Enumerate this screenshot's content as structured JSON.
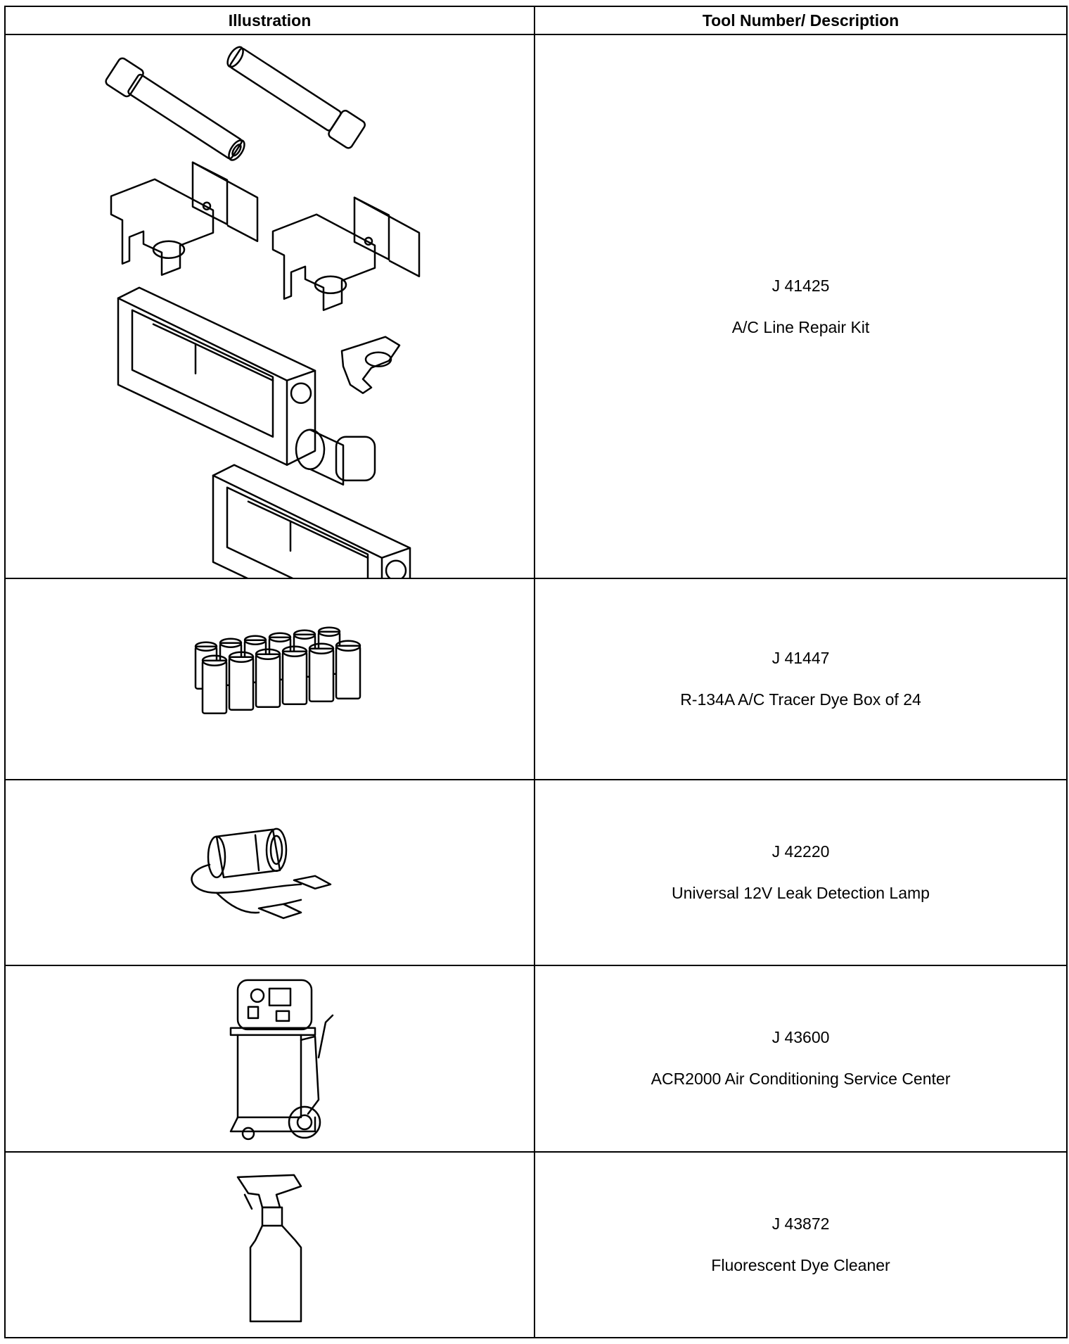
{
  "table": {
    "headers": {
      "illustration": "Illustration",
      "tool": "Tool Number/ Description"
    },
    "rows": [
      {
        "number": "J 41425",
        "description": "A/C Line Repair Kit",
        "icon": "ac-line-repair-kit-illustration"
      },
      {
        "number": "J 41447",
        "description": "R-134A A/C Tracer Dye Box of 24",
        "icon": "tracer-dye-bottles-illustration"
      },
      {
        "number": "J 42220",
        "description": "Universal 12V Leak Detection Lamp",
        "icon": "leak-detection-lamp-illustration"
      },
      {
        "number": "J 43600",
        "description": "ACR2000 Air Conditioning Service Center",
        "icon": "ac-service-center-cart-illustration"
      },
      {
        "number": "J 43872",
        "description": "Fluorescent Dye Cleaner",
        "icon": "spray-bottle-illustration"
      }
    ]
  }
}
